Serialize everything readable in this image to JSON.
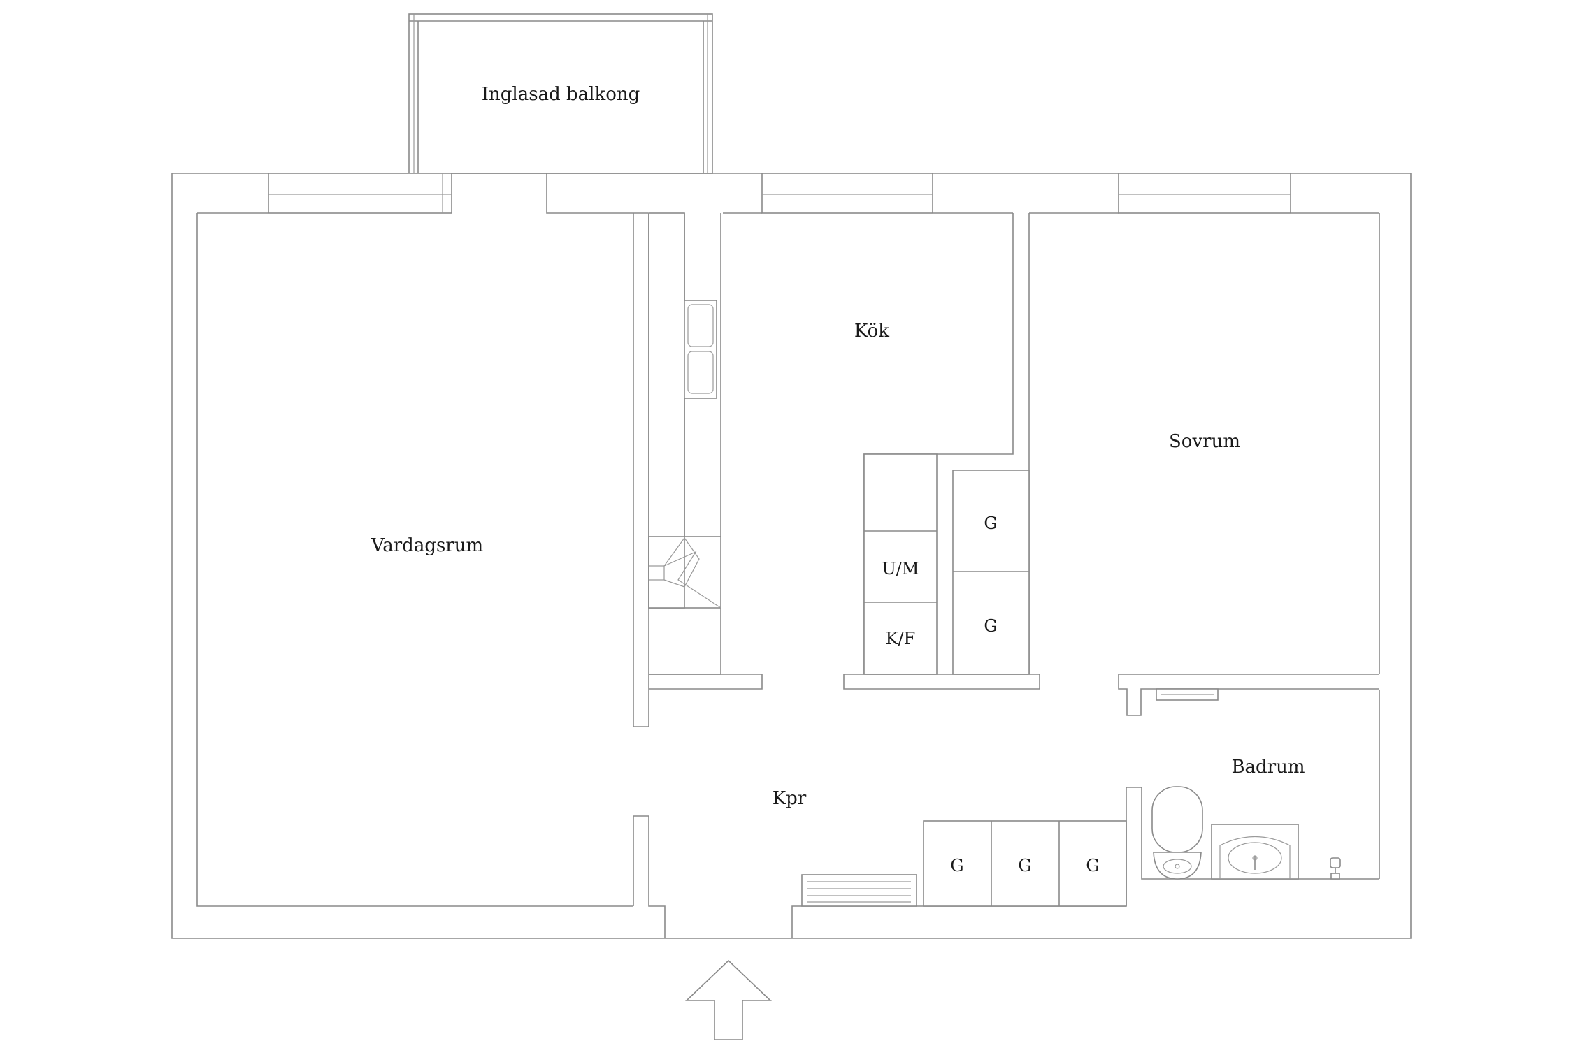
{
  "rooms": {
    "balcony": "Inglasad balkong",
    "living_room": "Vardagsrum",
    "kitchen": "Kök",
    "bedroom": "Sovrum",
    "hall": "Kpr",
    "bathroom": "Badrum"
  },
  "kitchen_appliances": {
    "dishwasher_micro": "U/M",
    "fridge_freezer": "K/F"
  },
  "wardrobes": {
    "kitchen_upper": "G",
    "kitchen_lower": "G",
    "hall_1": "G",
    "hall_2": "G",
    "hall_3": "G"
  }
}
